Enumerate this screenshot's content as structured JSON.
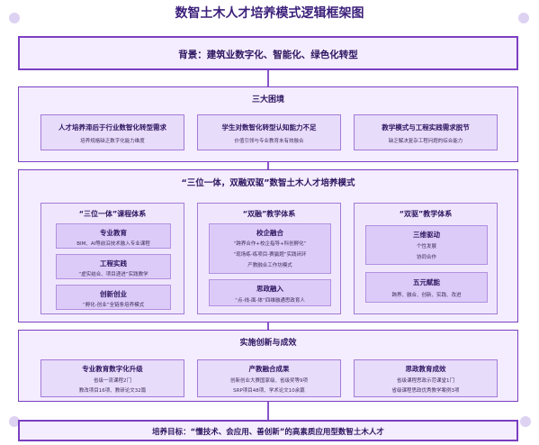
{
  "title": "数智土木人才培养模式逻辑框架图",
  "background_box": {
    "text": "背景：建筑业数字化、智能化、绿色化转型"
  },
  "dilemmas": {
    "heading": "三大困境",
    "items": [
      {
        "title": "人才培养滞后于行业数智化转型需求",
        "desc": "培养规格缺乏数字化能力维度"
      },
      {
        "title": "学生对数智化转型认知能力不足",
        "desc": "价值引领与专业教育未有效融合"
      },
      {
        "title": "教学模式与工程实践需求脱节",
        "desc": "缺乏解决复杂工程问题的综合能力"
      }
    ]
  },
  "model": {
    "heading": "“三位一体，双融双驱”数智土木人才培养模式",
    "columns": [
      {
        "title": "“三位一体”课程体系",
        "subs": [
          {
            "title": "专业教育",
            "lines": [
              "BIM、AI等前沿技术融入专业课程"
            ]
          },
          {
            "title": "工程实践",
            "lines": [
              "“虚实结合、项目递进”实践教学"
            ]
          },
          {
            "title": "创新创业",
            "lines": [
              "“孵化-创业”全链条培养模式"
            ]
          }
        ]
      },
      {
        "title": "“双融”教学体系",
        "subs": [
          {
            "title": "校企融合",
            "lines": [
              "“跨界合作+校企指导+科创孵化”",
              "“现场练-练项目-赛赢题”实践闭环",
              "产教融合工作坊模式"
            ]
          },
          {
            "title": "思政融入",
            "lines": [
              "“点-线-面-体”四维融通思政育人"
            ]
          }
        ]
      },
      {
        "title": "“双驱”教学体系",
        "subs": [
          {
            "title": "三维驱动",
            "lines": [
              "个性发展",
              "协同合作"
            ]
          },
          {
            "title": "五元赋能",
            "lines": [
              "跨界、融合、创新、实践、改进"
            ]
          }
        ]
      }
    ]
  },
  "outcomes": {
    "heading": "实施创新与成效",
    "items": [
      {
        "title": "专业教育数字化升级",
        "lines": [
          "省级一流课程2门",
          "教改项目16项、教研论文32篇"
        ]
      },
      {
        "title": "产教融合成果",
        "lines": [
          "创新创业大赛国家级、省级奖等9项",
          "SRP项目48项、学术论文10余篇"
        ]
      },
      {
        "title": "思政教育成效",
        "lines": [
          "省级课程思政示范课堂1门",
          "省级课程思政优秀教学案例3项"
        ]
      }
    ]
  },
  "goal": {
    "text": "培养目标：“懂技术、会应用、善创新”的高素质应用型数智土木人才"
  }
}
